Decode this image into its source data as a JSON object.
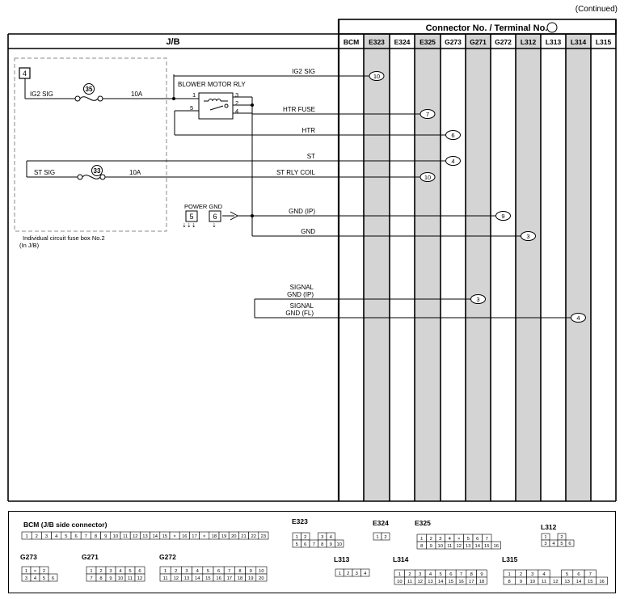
{
  "page": {
    "continued": "(Continued)"
  },
  "header": {
    "connector_title": "Connector No. / Terminal No.",
    "jb_title": "J/B"
  },
  "columns": [
    "BCM",
    "E323",
    "E324",
    "E325",
    "G273",
    "G271",
    "G272",
    "L312",
    "L313",
    "L314",
    "L315"
  ],
  "shaded_columns": [
    "E323",
    "E325",
    "G271",
    "L312",
    "L314"
  ],
  "fusebox": {
    "label_line1": "Individual circuit fuse box No.2",
    "label_line2": "(In J/B)",
    "ig2_terminal": "4",
    "ig2_sig": "IG2 SIG",
    "fuse_ig2_no": "35",
    "fuse_ig2_amp": "10A",
    "st_sig": "ST SIG",
    "fuse_st_no": "33",
    "fuse_st_amp": "10A"
  },
  "relay": {
    "name": "BLOWER MOTOR RLY",
    "pins": [
      "1",
      "3",
      "2",
      "4",
      "5"
    ]
  },
  "power_gnd": {
    "label": "POWER GND",
    "terminals": [
      "5",
      "6"
    ]
  },
  "signals": [
    {
      "name": "IG2 SIG",
      "column": "E323",
      "terminal": "10"
    },
    {
      "name": "HTR FUSE",
      "column": "E325",
      "terminal": "7"
    },
    {
      "name": "HTR",
      "column": "G273",
      "terminal": "6"
    },
    {
      "name": "ST",
      "column": "G273",
      "terminal": "4"
    },
    {
      "name": "ST RLY COIL",
      "column": "E325",
      "terminal": "10"
    },
    {
      "name": "GND (IP)",
      "column": "G272",
      "terminal": "9"
    },
    {
      "name": "GND",
      "column": "L312",
      "terminal": "3"
    },
    {
      "name": "SIGNAL GND (IP)",
      "line1": "SIGNAL",
      "line2": "GND (IP)",
      "column": "G271",
      "terminal": "3"
    },
    {
      "name": "SIGNAL GND (FL)",
      "line1": "SIGNAL",
      "line2": "GND (FL)",
      "column": "L314",
      "terminal": "4"
    }
  ],
  "connectors_legend": {
    "bcm": {
      "title": "BCM (J/B side connector)",
      "pins": [
        "1",
        "2",
        "3",
        "4",
        "5",
        "6",
        "7",
        "8",
        "9",
        "10",
        "11",
        "12",
        "13",
        "14",
        "15",
        "×",
        "16",
        "17",
        "×",
        "18",
        "19",
        "20",
        "21",
        "22",
        "23"
      ]
    },
    "e323": {
      "title": "E323",
      "top": [
        "1",
        "2",
        "",
        "3",
        "4"
      ],
      "bottom": [
        "5",
        "6",
        "7",
        "8",
        "9",
        "10"
      ]
    },
    "e324": {
      "title": "E324",
      "top": [
        "1",
        "2"
      ]
    },
    "e325": {
      "title": "E325",
      "top": [
        "1",
        "2",
        "3",
        "4",
        "×",
        "5",
        "6",
        "7"
      ],
      "bottom": [
        "8",
        "9",
        "10",
        "11",
        "12",
        "13",
        "14",
        "15",
        "16"
      ]
    },
    "l312": {
      "title": "L312",
      "top": [
        "1",
        "",
        "2"
      ],
      "bottom": [
        "3",
        "4",
        "5",
        "6"
      ]
    },
    "g273": {
      "title": "G273",
      "top": [
        "1",
        "×",
        "2"
      ],
      "bottom": [
        "3",
        "4",
        "5",
        "6"
      ]
    },
    "g271": {
      "title": "G271",
      "top": [
        "1",
        "2",
        "3",
        "4",
        "5",
        "6"
      ],
      "bottom": [
        "7",
        "8",
        "9",
        "10",
        "11",
        "12"
      ]
    },
    "g272": {
      "title": "G272",
      "top": [
        "1",
        "2",
        "3",
        "4",
        "5",
        "6",
        "7",
        "8",
        "9",
        "10"
      ],
      "bottom": [
        "11",
        "12",
        "13",
        "14",
        "15",
        "16",
        "17",
        "18",
        "19",
        "20"
      ]
    },
    "l313": {
      "title": "L313",
      "top": [
        "1",
        "2",
        "3",
        "4"
      ]
    },
    "l314": {
      "title": "L314",
      "top": [
        "1",
        "2",
        "3",
        "4",
        "5",
        "6",
        "7",
        "8",
        "9"
      ],
      "bottom": [
        "10",
        "11",
        "12",
        "13",
        "14",
        "15",
        "16",
        "17",
        "18"
      ]
    },
    "l315": {
      "title": "L315",
      "top": [
        "1",
        "2",
        "3",
        "4",
        "",
        "5",
        "6",
        "7"
      ],
      "bottom": [
        "8",
        "9",
        "10",
        "11",
        "12",
        "13",
        "14",
        "15",
        "16"
      ]
    }
  }
}
